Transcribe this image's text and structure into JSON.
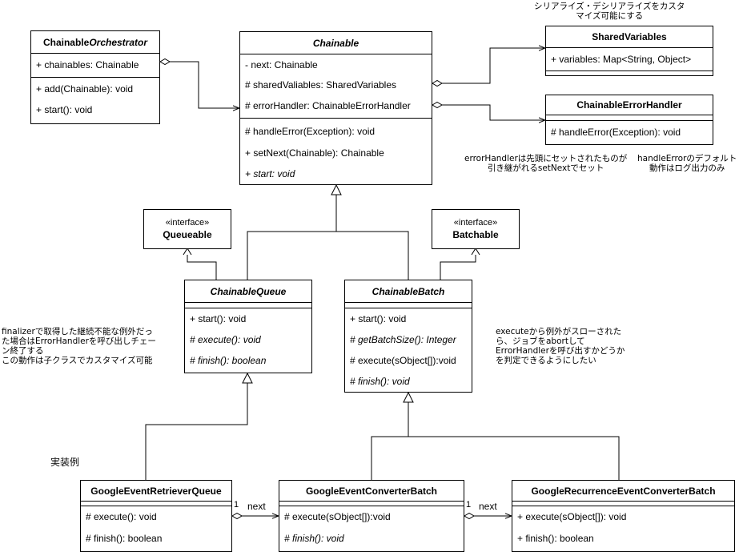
{
  "classes": {
    "orchestrator": {
      "name_plain": "Chainable",
      "name_italic": "Orchestrator",
      "attrs": [
        "+ chainables: Chainable"
      ],
      "methods": [
        "+ add(Chainable): void",
        "+ start(): void"
      ]
    },
    "chainable": {
      "name": "Chainable",
      "attrs": [
        "- next: Chainable",
        "# sharedValiables: SharedVariables",
        "# errorHandler: ChainableErrorHandler"
      ],
      "methods": [
        "# handleError(Exception): void",
        "+ setNext(Chainable): Chainable",
        "+ start: void"
      ]
    },
    "shared_variables": {
      "name": "SharedVariables",
      "attrs": [
        "+ variables: Map<String, Object>"
      ]
    },
    "error_handler": {
      "name": "ChainableErrorHandler",
      "methods": [
        "# handleError(Exception): void"
      ]
    },
    "queueable": {
      "stereotype": "«interface»",
      "name": "Queueable"
    },
    "batchable": {
      "stereotype": "«interface»",
      "name": "Batchable"
    },
    "chainable_queue": {
      "name": "ChainableQueue",
      "methods": [
        "+ start(): void",
        "# execute(): void",
        "# finish(): boolean"
      ]
    },
    "chainable_batch": {
      "name": "ChainableBatch",
      "methods": [
        "+ start(): void",
        "# getBatchSize(): Integer",
        "# execute(sObject[]):void",
        "# finish(): void"
      ]
    },
    "retriever_queue": {
      "name": "GoogleEventRetrieverQueue",
      "methods": [
        "# execute(): void",
        "# finish(): boolean"
      ]
    },
    "converter_batch": {
      "name": "GoogleEventConverterBatch",
      "methods": [
        "# execute(sObject[]):void",
        "# finish(): void"
      ]
    },
    "recurrence_batch": {
      "name": "GoogleRecurrenceEventConverterBatch",
      "methods": [
        "+ execute(sObject[]): void",
        "+ finish(): boolean"
      ]
    }
  },
  "notes": {
    "serialize": "シリアライズ・デシリアライズをカスタ\nマイズ可能にする",
    "error_handler_inherit": "errorHandlerは先頭にセットされたものが\n引き継がれるsetNextでセット",
    "handle_error_default": "handleErrorのデフォルト\n動作はログ出力のみ",
    "finalizer": "finalizerで取得した継続不能な例外だっ\nた場合はErrorHandlerを呼び出しチェー\nン終了する\nこの動作は子クラスでカスタマイズ可能",
    "execute_exception": "executeから例外がスローされた\nら、ジョブをabortして\nErrorHandlerを呼び出すかどうか\nを判定できるようにしたい",
    "examples": "実装例"
  },
  "edge_labels": {
    "mult1": "1",
    "next1": "next",
    "mult2": "1",
    "next2": "next"
  }
}
